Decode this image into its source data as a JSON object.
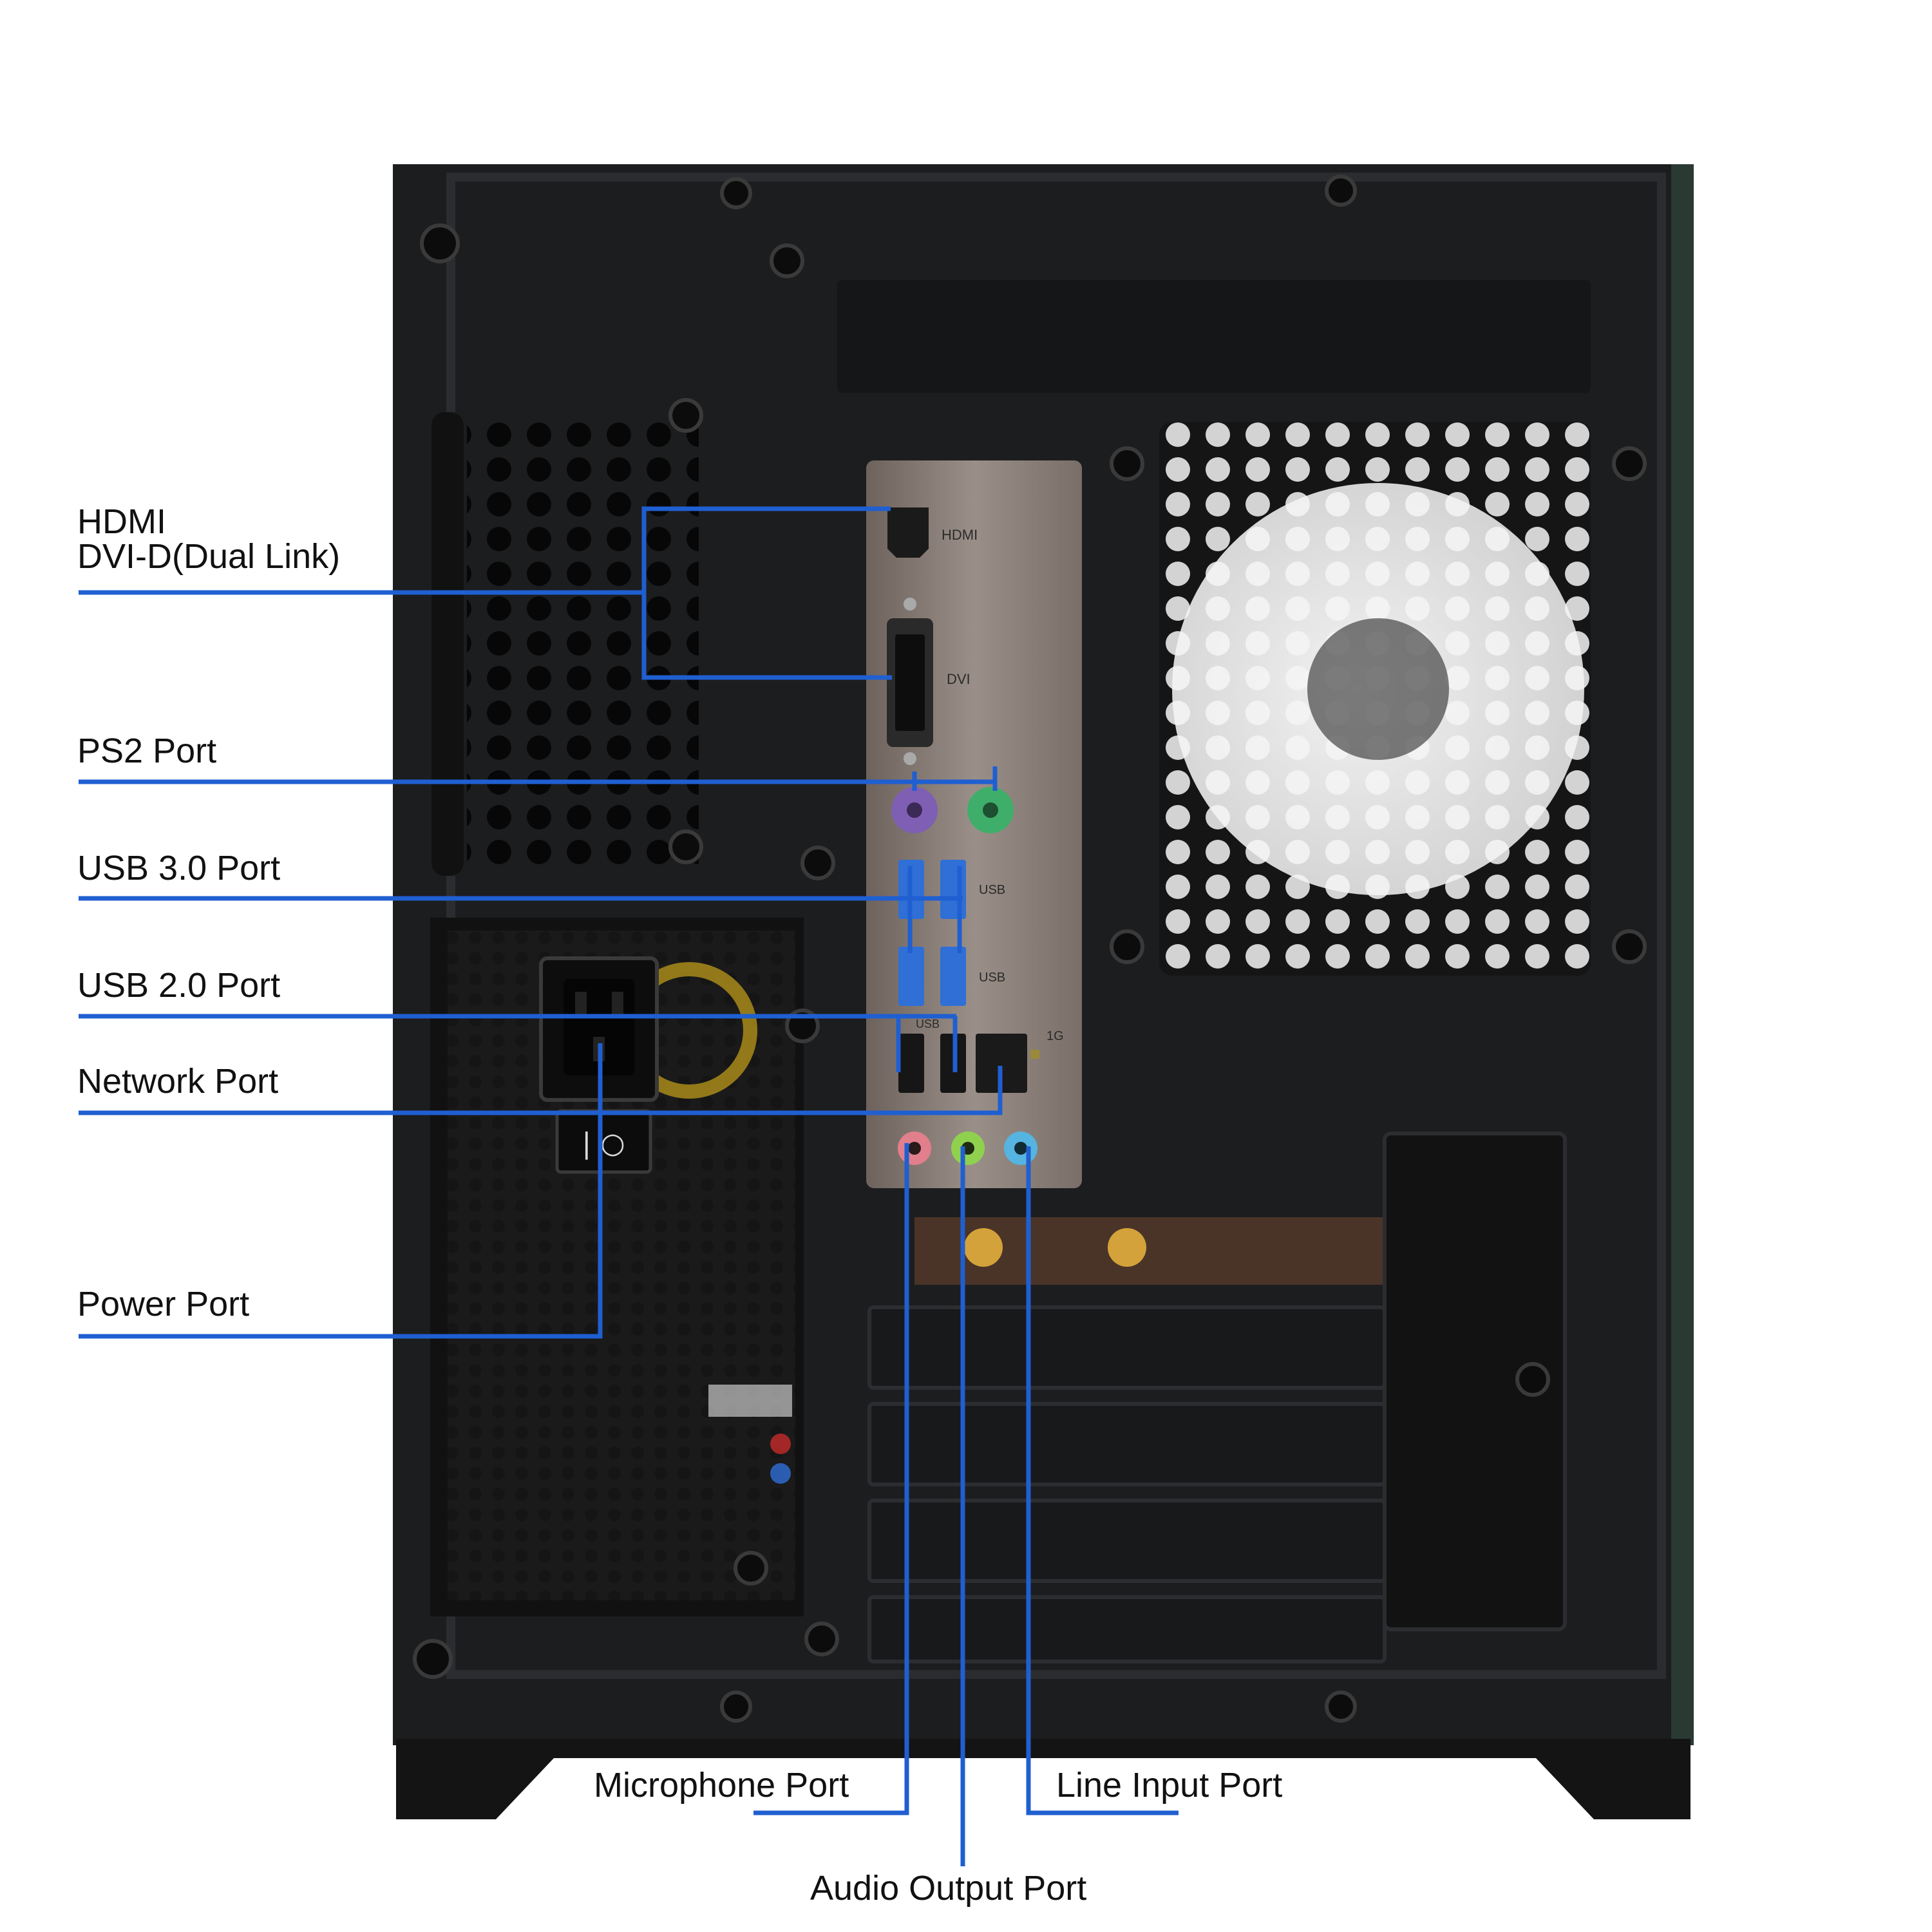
{
  "labels": {
    "hdmi": "HDMI",
    "dvi": "DVI-D(Dual Link)",
    "ps2": "PS2 Port",
    "usb3": "USB 3.0 Port",
    "usb2": "USB 2.0 Port",
    "network": "Network Port",
    "power": "Power Port",
    "microphone": "Microphone Port",
    "line_input": "Line Input Port",
    "audio_output": "Audio Output Port"
  },
  "port_marks": {
    "hdmi": "HDMI",
    "dvi": "DVI",
    "usb": "USB",
    "lan": "1G"
  },
  "colors": {
    "leader_line": "#1f5fd1",
    "case_body": "#1c1d1f",
    "io_shield": "#8a7f78",
    "ps2_keyboard": "#7e5fb3",
    "ps2_mouse": "#3fae6a",
    "usb3": "#2f6fd6",
    "mic_jack": "#e27f8d",
    "line_out_jack": "#8fd14f",
    "line_in_jack": "#56b4e0",
    "antenna": "#d4a23a"
  },
  "icons": [
    "screw-icon",
    "vent-hole-icon",
    "fan-grille-icon",
    "power-socket-icon",
    "power-switch-icon"
  ]
}
